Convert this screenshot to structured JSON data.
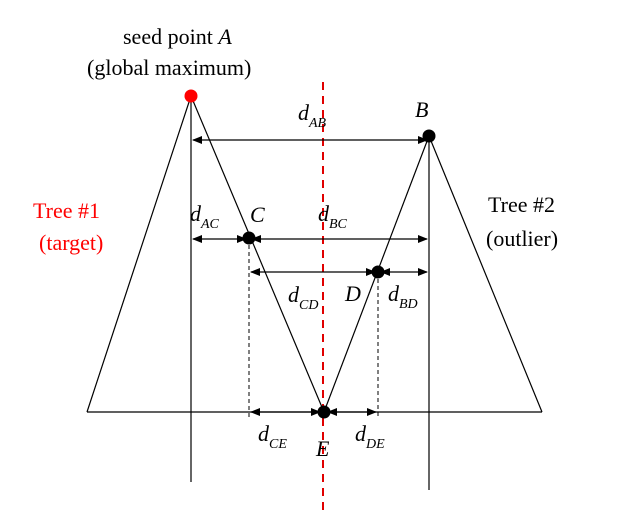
{
  "labels": {
    "seed_line1": "seed point",
    "seed_letter": "A",
    "seed_line2": "(global maximum)",
    "tree1_line1": "Tree #1",
    "tree1_line2": "(target)",
    "tree2_line1": "Tree #2",
    "tree2_line2": "(outlier)",
    "point_B": "B",
    "point_C": "C",
    "point_D": "D",
    "point_E": "E"
  },
  "distances": {
    "AB": {
      "d": "d",
      "sub": "AB"
    },
    "AC": {
      "d": "d",
      "sub": "AC"
    },
    "BC": {
      "d": "d",
      "sub": "BC"
    },
    "CD": {
      "d": "d",
      "sub": "CD"
    },
    "BD": {
      "d": "d",
      "sub": "BD"
    },
    "CE": {
      "d": "d",
      "sub": "CE"
    },
    "DE": {
      "d": "d",
      "sub": "DE"
    }
  },
  "colors": {
    "target": "#ff0000",
    "outlier": "#000000",
    "center_line": "#e00000",
    "seed_point": "#ff0000"
  }
}
